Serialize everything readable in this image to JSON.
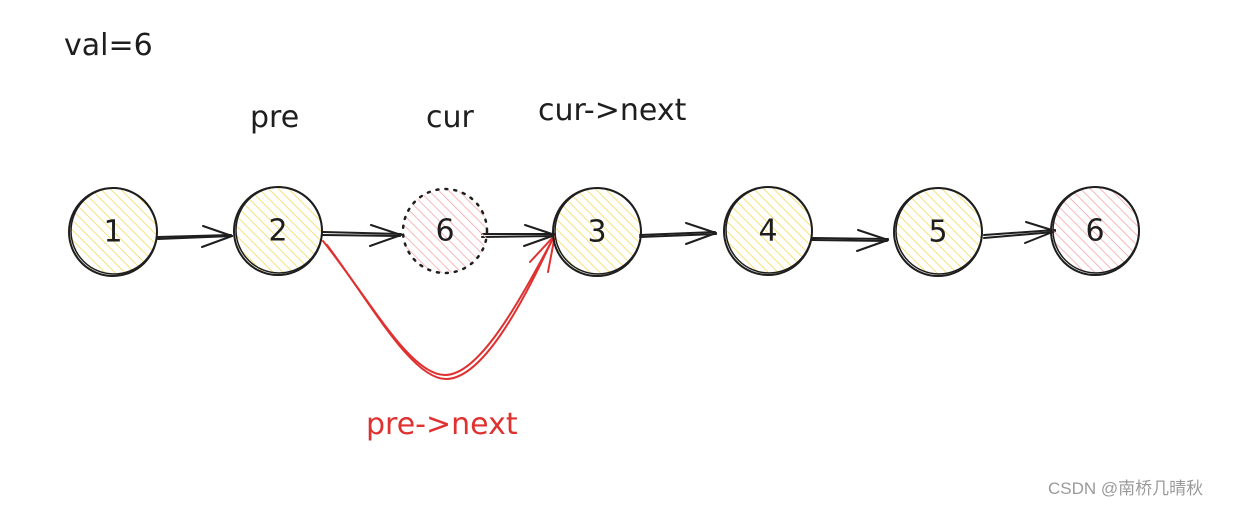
{
  "title": "val=6",
  "pointers": {
    "pre": "pre",
    "cur": "cur",
    "cur_next": "cur->next",
    "pre_next": "pre->next"
  },
  "nodes": [
    {
      "value": "1",
      "style": "normal"
    },
    {
      "value": "2",
      "style": "normal"
    },
    {
      "value": "6",
      "style": "removed"
    },
    {
      "value": "3",
      "style": "normal"
    },
    {
      "value": "4",
      "style": "normal"
    },
    {
      "value": "5",
      "style": "normal"
    },
    {
      "value": "6",
      "style": "target"
    }
  ],
  "colors": {
    "stroke": "#1e1e1e",
    "yellow_fill": "#ffec99",
    "pink_fill": "#ffc9c9",
    "red": "#e03131"
  },
  "watermark": "CSDN @南桥几晴秋"
}
